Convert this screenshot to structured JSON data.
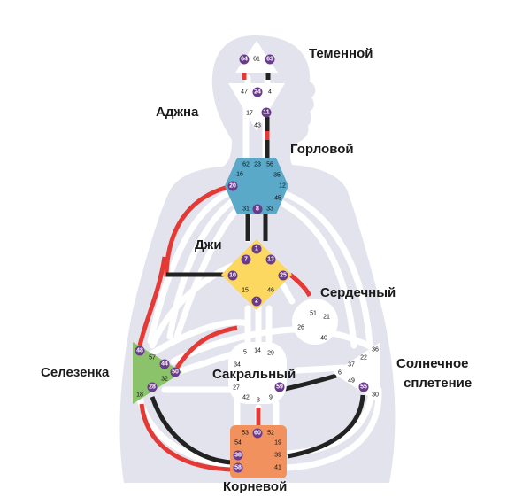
{
  "centers": {
    "head": {
      "label": "Теменной",
      "color": "#ffffff"
    },
    "ajna": {
      "label": "Аджна",
      "color": "#ffffff"
    },
    "throat": {
      "label": "Горловой",
      "color": "#5aa9c9"
    },
    "g": {
      "label": "Джи",
      "color": "#fdd860"
    },
    "heart": {
      "label": "Сердечный",
      "color": "#ffffff"
    },
    "spleen": {
      "label": "Селезенка",
      "color": "#8bc36a"
    },
    "sacral": {
      "label": "Сакральный",
      "color": "#ffffff"
    },
    "solar": {
      "label": "Солнечное сплетение",
      "label_line1": "Солнечное",
      "label_line2": "сплетение",
      "color": "#ffffff"
    },
    "root": {
      "label": "Корневой",
      "color": "#f0915e"
    }
  },
  "colors": {
    "body": "#e2e3ec",
    "channel": "#ffffff",
    "red": "#e53935",
    "black": "#222222",
    "active_gate": "#6a3a8c"
  },
  "gates": {
    "head": [
      "64",
      "61",
      "63"
    ],
    "ajna": [
      "47",
      "24",
      "4",
      "17",
      "11",
      "43"
    ],
    "throat": [
      "62",
      "23",
      "56",
      "16",
      "35",
      "20",
      "12",
      "45",
      "31",
      "8",
      "33"
    ],
    "g": [
      "1",
      "7",
      "13",
      "10",
      "25",
      "15",
      "46",
      "2"
    ],
    "heart": [
      "51",
      "21",
      "26",
      "40"
    ],
    "spleen": [
      "48",
      "57",
      "44",
      "50",
      "32",
      "28",
      "18"
    ],
    "sacral": [
      "5",
      "14",
      "29",
      "34",
      "27",
      "59",
      "42",
      "3",
      "9"
    ],
    "solar": [
      "36",
      "22",
      "37",
      "6",
      "49",
      "55",
      "30"
    ],
    "root": [
      "53",
      "60",
      "52",
      "54",
      "19",
      "38",
      "39",
      "58",
      "41"
    ]
  },
  "active_gates": [
    "64",
    "63",
    "24",
    "11",
    "20",
    "8",
    "1",
    "7",
    "13",
    "10",
    "25",
    "2",
    "48",
    "44",
    "50",
    "28",
    "59",
    "55",
    "60",
    "38",
    "58"
  ]
}
